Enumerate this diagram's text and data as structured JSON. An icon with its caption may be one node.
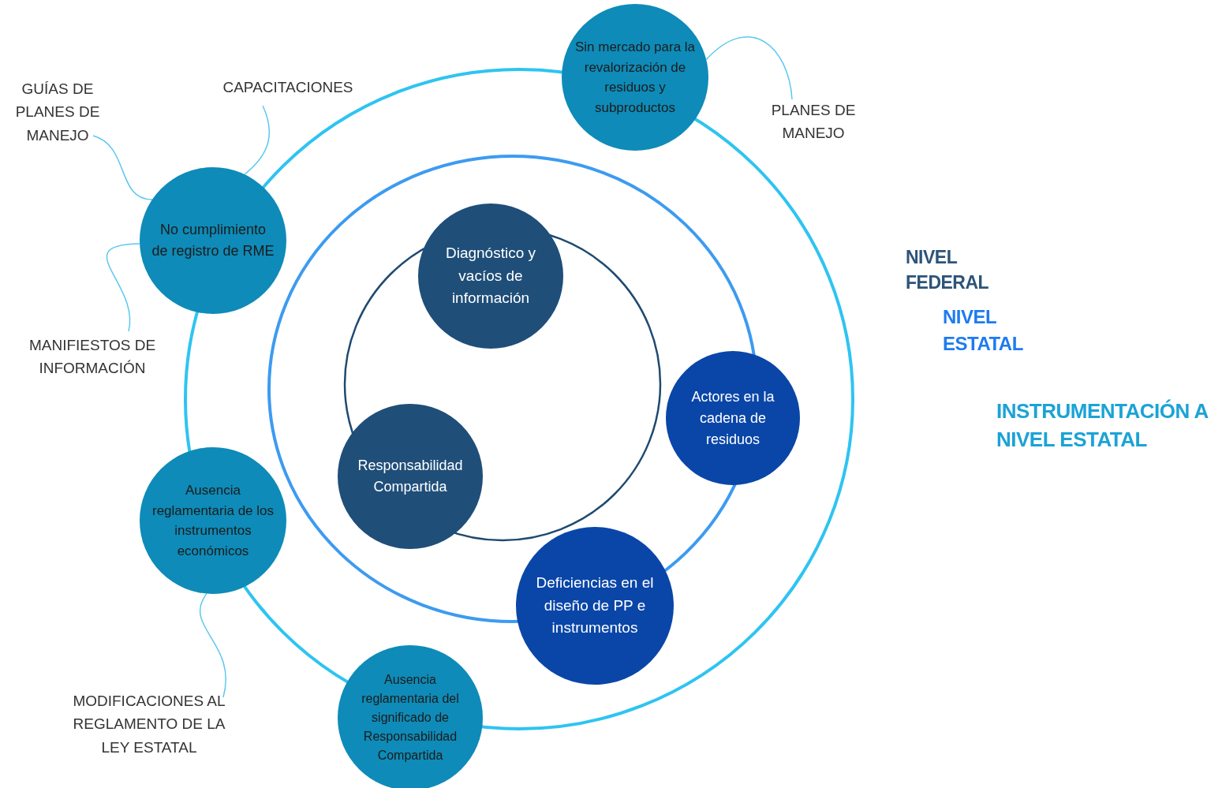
{
  "diagram": {
    "nodes": [
      {
        "text": [
          "Sin mercado para la revalorización de residuos y subproductos"
        ]
      },
      {
        "text": [
          "No cumplimiento de registro de RME"
        ]
      },
      {
        "text": [
          "Ausencia reglamentaria de los instrumentos económicos"
        ]
      },
      {
        "text": [
          "Ausencia reglamentaria del significado de Responsabilidad Compartida"
        ]
      },
      {
        "text": [
          "Diagnóstico y vacíos de información"
        ]
      },
      {
        "text": [
          "Responsabilidad Compartida"
        ]
      },
      {
        "text": [
          "Actores en la cadena de residuos"
        ]
      },
      {
        "text": [
          "Deficiencias en el diseño de PP e instrumentos"
        ]
      },
      {
        "text": [
          "GUÍAS DE PLANES DE MANEJO"
        ]
      },
      {
        "text": [
          "CAPACITACIONES"
        ]
      },
      {
        "text": [
          "MANIFIESTOS DE INFORMACIÓN"
        ]
      },
      {
        "text": [
          "MODIFICACIONES AL REGLAMENTO DE LA LEY ESTATAL"
        ]
      },
      {
        "text": [
          "PLANES DE MANEJO"
        ]
      }
    ],
    "edges": [
      {
        "from": 8,
        "to": 1,
        "arrow": "none"
      },
      {
        "from": 9,
        "to": 1,
        "arrow": "none"
      },
      {
        "from": 10,
        "to": 1,
        "arrow": "none"
      },
      {
        "from": 11,
        "to": 2,
        "arrow": "none"
      },
      {
        "from": 12,
        "to": 0,
        "arrow": "none"
      }
    ],
    "labels": [
      "NIVEL FEDERAL",
      "NIVEL ESTATAL",
      "INSTRUMENTACIÓN A NIVEL ESTATAL"
    ]
  }
}
